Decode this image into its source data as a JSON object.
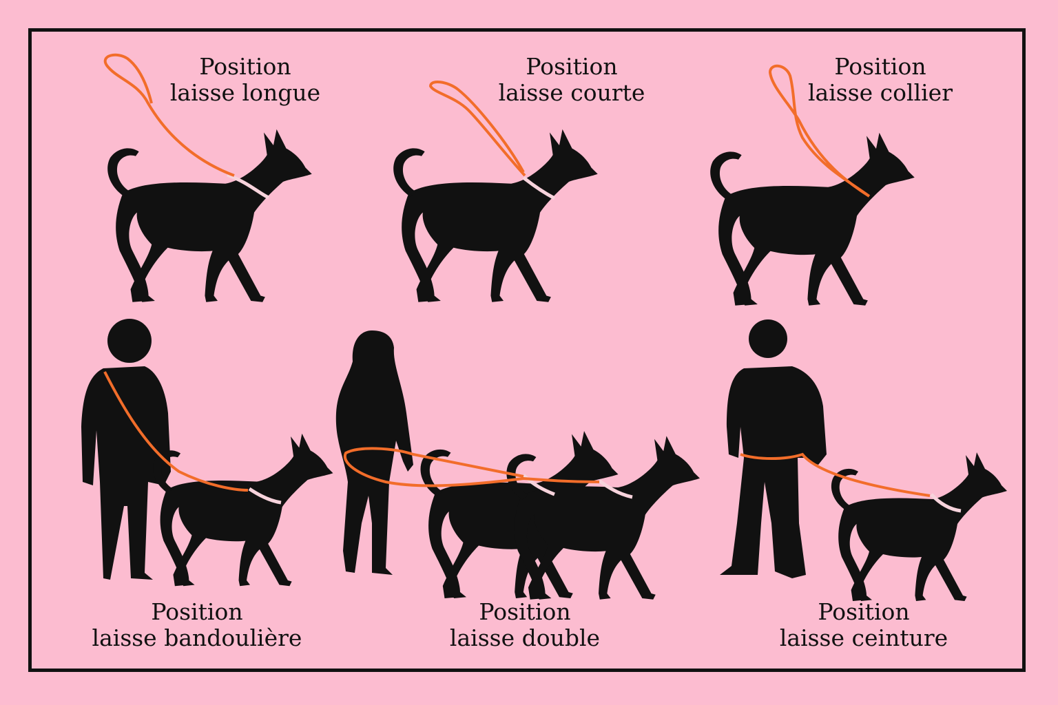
{
  "colors": {
    "background": "#fcbcd0",
    "silhouette": "#111111",
    "leash": "#f26d2a",
    "collar": "#f7d3dc"
  },
  "panels": [
    {
      "line1": "Position",
      "line2": "laisse longue",
      "icon": "dog-long-leash"
    },
    {
      "line1": "Position",
      "line2": "laisse courte",
      "icon": "dog-short-leash"
    },
    {
      "line1": "Position",
      "line2": "laisse collier",
      "icon": "dog-collar-leash"
    },
    {
      "line1": "Position",
      "line2": "laisse bandoulière",
      "icon": "person-shoulder-leash-dog"
    },
    {
      "line1": "Position",
      "line2": "laisse double",
      "icon": "person-two-dogs"
    },
    {
      "line1": "Position",
      "line2": "laisse ceinture",
      "icon": "person-belt-leash-dog"
    }
  ]
}
